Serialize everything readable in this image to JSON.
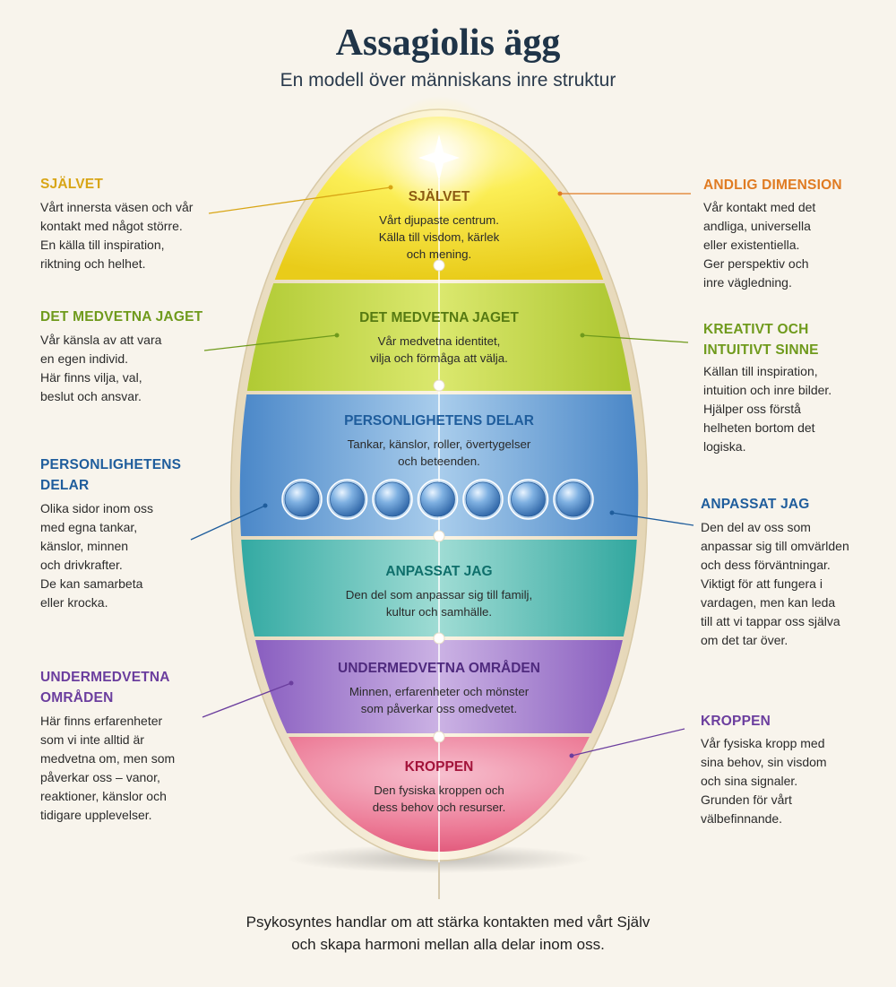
{
  "title": "Assagiolis ägg",
  "subtitle": "En modell över människans inre struktur",
  "colors": {
    "background": "#f8f4ec",
    "title": "#1f3448",
    "sjalvet": "#d8a515",
    "medvetna": "#6f9a1c",
    "personlighet": "#1f5d9c",
    "anpassat": "#138a86",
    "undermedvetna": "#6b3e9e",
    "kroppen": "#b5173f",
    "andlig": "#e07b22"
  },
  "layers": [
    {
      "id": "sjalvet",
      "title": "SJÄLVET",
      "text": [
        "Vårt djupaste centrum.",
        "Källa till visdom, kärlek",
        "och mening."
      ]
    },
    {
      "id": "medvetna",
      "title": "DET MEDVETNA JAGET",
      "text": [
        "Vår medvetna identitet,",
        "vilja och förmåga att välja."
      ]
    },
    {
      "id": "personlighet",
      "title": "PERSONLIGHETENS DELAR",
      "text": [
        "Tankar, känslor, roller, övertygelser",
        "och beteenden."
      ]
    },
    {
      "id": "anpassat",
      "title": "ANPASSAT JAG",
      "text": [
        "Den del som anpassar sig till familj,",
        "kultur och samhälle."
      ]
    },
    {
      "id": "undermedvetna",
      "title": "UNDERMEDVETNA OMRÅDEN",
      "text": [
        "Minnen, erfarenheter och mönster",
        "som påverkar oss omedvetet."
      ]
    },
    {
      "id": "kroppen",
      "title": "KROPPEN",
      "text": [
        "Den fysiska kroppen och",
        "dess behov och resurser."
      ]
    }
  ],
  "left_notes": [
    {
      "id": "sjalvet",
      "title": [
        "SJÄLVET"
      ],
      "text": [
        "Vårt innersta väsen och vår",
        "kontakt med något större.",
        "En källa till inspiration,",
        "riktning och helhet."
      ]
    },
    {
      "id": "medvetna",
      "title": [
        "DET MEDVETNA JAGET"
      ],
      "text": [
        "Vår känsla av att vara",
        "en egen individ.",
        "Här finns vilja, val,",
        "beslut och ansvar."
      ]
    },
    {
      "id": "personlighet",
      "title": [
        "PERSONLIGHETENS",
        "DELAR"
      ],
      "text": [
        "Olika sidor inom oss",
        "med egna tankar,",
        "känslor, minnen",
        "och drivkrafter.",
        "De kan samarbeta",
        "eller krocka."
      ]
    },
    {
      "id": "undermedvetna",
      "title": [
        "UNDERMEDVETNA",
        "OMRÅDEN"
      ],
      "text": [
        "Här finns erfarenheter",
        "som vi inte alltid är",
        "medvetna om, men som",
        "påverkar oss – vanor,",
        "reaktioner, känslor och",
        "tidigare upplevelser."
      ]
    }
  ],
  "right_notes": [
    {
      "id": "andlig",
      "title": [
        "ANDLIG DIMENSION"
      ],
      "text": [
        "Vår kontakt med det",
        "andliga, universella",
        "eller existentiella.",
        "Ger perspektiv och",
        "inre vägledning."
      ]
    },
    {
      "id": "kreativt",
      "title": [
        "KREATIVT OCH",
        "INTUITIVT SINNE"
      ],
      "text": [
        "Källan till inspiration,",
        "intuition och inre bilder.",
        "Hjälper oss förstå",
        "helheten bortom det",
        "logiska."
      ]
    },
    {
      "id": "anpassat",
      "title": [
        "ANPASSAT JAG"
      ],
      "text": [
        "Den del av oss som",
        "anpassar sig till omvärlden",
        "och dess förväntningar.",
        "Viktigt för att fungera i",
        "vardagen, men kan leda",
        "till att vi tappar oss själva",
        "om det tar över."
      ]
    },
    {
      "id": "kroppen",
      "title": [
        "KROPPEN"
      ],
      "text": [
        "Vår fysiska kropp med",
        "sina behov, sin visdom",
        "och sina signaler.",
        "Grunden för vårt",
        "välbefinnande."
      ]
    }
  ],
  "part_bubbles": 7,
  "footer": [
    "Psykosyntes handlar om att stärka kontakten med vårt Själv",
    "och skapa harmoni mellan alla delar inom oss."
  ]
}
